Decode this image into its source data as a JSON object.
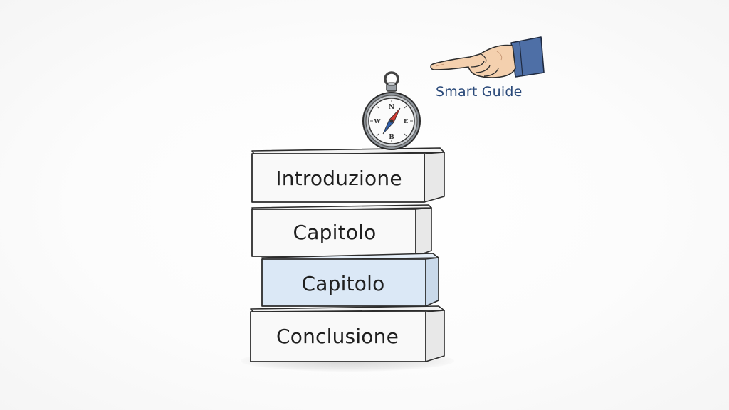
{
  "blocks": [
    {
      "label": "Introduzione",
      "fill": "#f9f9f9",
      "side": "#e8e8e8"
    },
    {
      "label": "Capitolo",
      "fill": "#f9f9f9",
      "side": "#e8e8e8"
    },
    {
      "label": "Capitolo",
      "fill": "#dbe8f6",
      "side": "#c9d9ea"
    },
    {
      "label": "Conclusione",
      "fill": "#f9f9f9",
      "side": "#e8e8e8"
    }
  ],
  "compass": {
    "north": "N",
    "south": "B",
    "east": "E",
    "west": "W"
  },
  "guide": {
    "label": "Smart Guide"
  },
  "colors": {
    "outline": "#2d2d2d",
    "guide_text": "#2b4a7a",
    "sleeve": "#4e6fa6",
    "skin": "#f4d0ae",
    "needle_red": "#cf3b32",
    "needle_blue": "#2f5da8"
  },
  "icons": [
    "compass-icon",
    "pointing-hand-icon"
  ]
}
